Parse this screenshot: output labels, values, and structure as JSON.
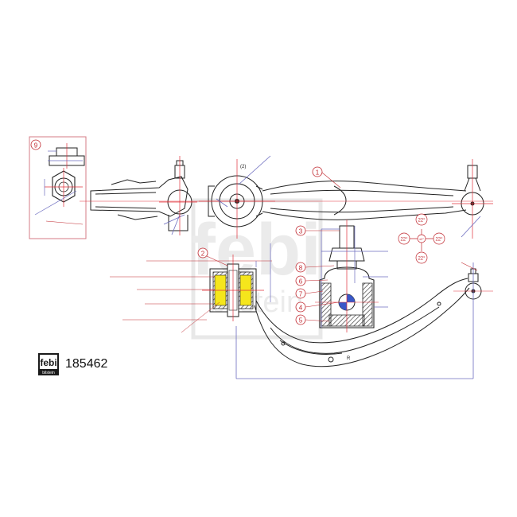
{
  "part_number": "185462",
  "brand": {
    "name": "febi",
    "sub": "bilstein"
  },
  "callouts": [
    "1",
    "2",
    "3",
    "4",
    "5",
    "6",
    "7",
    "8",
    "9"
  ],
  "angle_labels": {
    "top": "22°",
    "left": "22°",
    "right": "22°",
    "bottom": "22°"
  },
  "view_label": "(2)",
  "side_mark": "R",
  "colors": {
    "part_line": "#222222",
    "dim_line": "#6b6bbf",
    "center_line": "#e0303a",
    "callout": "#c0282f",
    "bushing_fill": "#f5e61c",
    "hatch": "#333333",
    "watermark": "#d8d8d8"
  }
}
